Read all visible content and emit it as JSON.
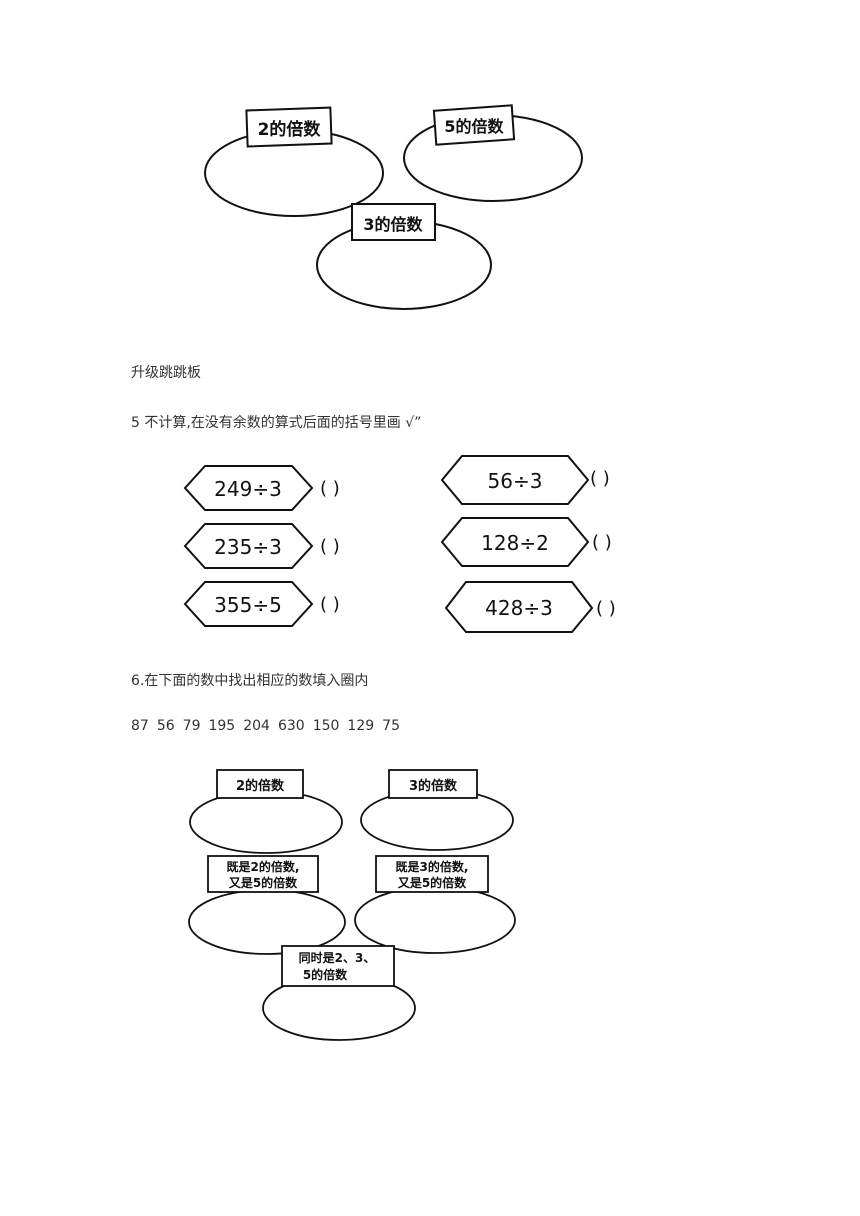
{
  "figure1": {
    "labels": [
      "2的倍数",
      "5的倍数",
      "3的倍数"
    ]
  },
  "section_upgrade": "升级跳跳板",
  "q5": {
    "prompt": "5 不计算,在没有余数的算式后面的括号里画 √”",
    "items": [
      "249÷3",
      "235÷3",
      "355÷5",
      "56÷3",
      "128÷2",
      "428÷3"
    ],
    "bracket": "(      )"
  },
  "q6": {
    "prompt": "6.在下面的数中找出相应的数填入圈内",
    "numbers": [
      "87",
      "56",
      "79",
      "195",
      "204",
      "630",
      "150",
      "129",
      "75"
    ],
    "labels": {
      "m2": "2的倍数",
      "m3": "3的倍数",
      "m2and5_l1": "既是2的倍数,",
      "m2and5_l2": "又是5的倍数",
      "m3and5_l1": "既是3的倍数,",
      "m3and5_l2": "又是5的倍数",
      "m235_l1": "同时是2、3、",
      "m235_l2": "5的倍数"
    }
  }
}
